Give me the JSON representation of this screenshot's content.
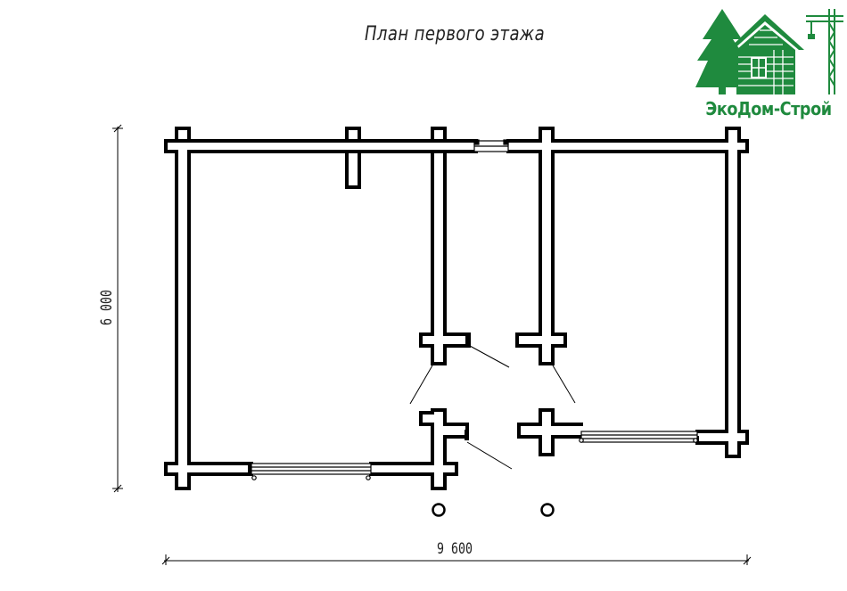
{
  "title": "План первого этажа",
  "dimensions": {
    "width_label": "9 600",
    "height_label": "6 000"
  },
  "logo": {
    "text": "ЭкоДом-Строй",
    "color": "#1f8a3e",
    "icon": "house-tree-crane-logo-icon"
  },
  "colors": {
    "wall": "#000000",
    "background": "#ffffff",
    "window": "#ffffff"
  }
}
